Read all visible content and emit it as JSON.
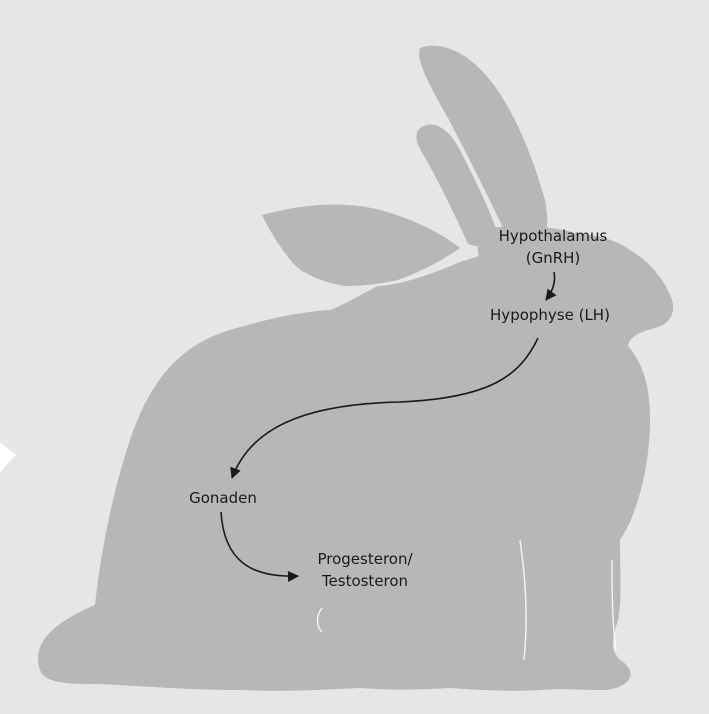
{
  "labels": {
    "hypothalamus": "Hypothalamus",
    "gnrh": "(GnRH)",
    "hypophyse": "Hypophyse (LH)",
    "gonaden": "Gonaden",
    "progesteron": "Progesteron/",
    "testosteron": "Testosteron"
  },
  "colors": {
    "background": "#e6e6e6",
    "silhouette": "#b7b7b7",
    "arrow": "#1a1a1a"
  },
  "icons": {
    "figure": "rabbit-silhouette",
    "arrow": "curved-arrow"
  }
}
